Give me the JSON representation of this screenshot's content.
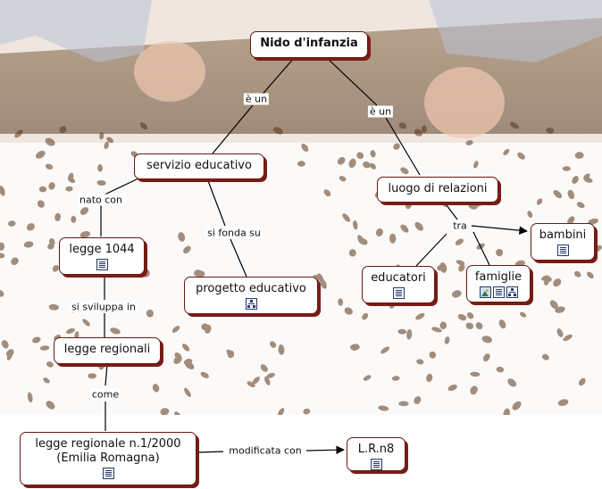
{
  "nodes": {
    "root": {
      "label": "Nido d'infanzia"
    },
    "servizio": {
      "label": "servizio educativo"
    },
    "luogo": {
      "label": "luogo di relazioni"
    },
    "legge1044": {
      "label": "legge 1044",
      "icons": [
        "document"
      ]
    },
    "progetto": {
      "label": "progetto educativo",
      "icons": [
        "concept-map"
      ]
    },
    "regionali": {
      "label": "legge regionali"
    },
    "legge2000": {
      "label_line1": "legge regionale n.1/2000",
      "label_line2": "(Emilia Romagna)",
      "icons": [
        "document"
      ]
    },
    "lrn8": {
      "label": "L.R.n8",
      "icons": [
        "document"
      ]
    },
    "educatori": {
      "label": "educatori",
      "icons": [
        "document"
      ]
    },
    "famiglie": {
      "label": "famiglie",
      "icons": [
        "image",
        "document",
        "concept-map"
      ]
    },
    "bambini": {
      "label": "bambini",
      "icons": [
        "document"
      ]
    }
  },
  "links": {
    "e_un_1": "è un",
    "e_un_2": "è un",
    "nato_con": "nato con",
    "si_fonda_su": "si fonda su",
    "si_sviluppa_in": "si sviluppa in",
    "come": "come",
    "modificata_con": "modificata con",
    "tra": "tra"
  },
  "colors": {
    "node_border": "#6a1a14",
    "node_shadow": "#7a1c15",
    "line": "#000000",
    "background_wood": "#6b4a2e",
    "coffee_bean": "#5a3418"
  }
}
